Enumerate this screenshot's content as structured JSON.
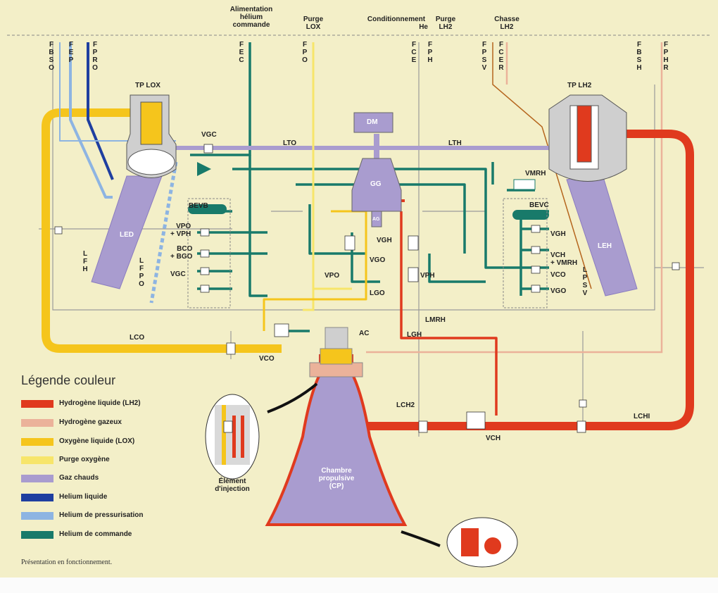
{
  "top_labels": {
    "alimentation": [
      "Alimentation",
      "hélium",
      "commande"
    ],
    "purge_lox": [
      "Purge",
      "LOX"
    ],
    "conditionnement": [
      "Conditionnement",
      "He"
    ],
    "purge_lh2": [
      "Purge",
      "LH2"
    ],
    "chasse": [
      "Chasse",
      "LH2"
    ]
  },
  "vertical_codes": {
    "fbso": "FBSO",
    "fep": "FEP",
    "fpro": "FPRO",
    "fec": "FEC",
    "fpo": "FPO",
    "fce": "FCE",
    "fph": "FPH",
    "fpsv": "FPSV",
    "fcer": "FCER",
    "fbsh": "FBSH",
    "fphr": "FPHR",
    "lfh": "LFH",
    "lfpo": "LFPO",
    "lpsv": "LPSV"
  },
  "components": {
    "tp_lox": "TP LOX",
    "tp_lh2": "TP LH2",
    "vgc_top": "VGC",
    "lto": "LTO",
    "lth": "LTH",
    "dm": "DM",
    "gg": "GG",
    "ag": "AG",
    "vmrh": "VMRH",
    "bevb": "BEVB",
    "bevc": "BEVC",
    "led": "LED",
    "leh": "LEH",
    "vpo_vph": [
      "VPO",
      "+ VPH"
    ],
    "bco_bgo": [
      "BCO",
      "+ BGO"
    ],
    "vgc_left": "VGC",
    "vgh_right": "VGH",
    "vch_vmrh": [
      "VCH",
      "+ VMRH"
    ],
    "vco_right": "VCO",
    "vgo_right": "VGO",
    "vgh_center": "VGH",
    "vgo_center": "VGO",
    "vpo_center": "VPO",
    "lgo": "LGO",
    "vph_center": "VPH",
    "lmrh": "LMRH",
    "lgh": "LGH",
    "ac": "AC",
    "lco": "LCO",
    "vco_bottom": "VCO",
    "lch2": "LCH2",
    "lchi": "LCHI",
    "vch_bottom": "VCH",
    "chambre": [
      "Chambre",
      "propulsive",
      "(CP)"
    ],
    "element": [
      "Élément",
      "d'injection"
    ]
  },
  "legend": {
    "title": "Légende couleur",
    "items": [
      {
        "label": "Hydrogène liquide (LH2)",
        "color": "#e03a1e"
      },
      {
        "label": "Hydrogène gazeux",
        "color": "#ebb29a"
      },
      {
        "label": "Oxygène liquide (LOX)",
        "color": "#f5c51c"
      },
      {
        "label": "Purge oxygène",
        "color": "#f7e56a"
      },
      {
        "label": "Gaz chauds",
        "color": "#a99ccf"
      },
      {
        "label": "Helium liquide",
        "color": "#1f3fa0"
      },
      {
        "label": "Helium de pressurisation",
        "color": "#8db4e2"
      },
      {
        "label": "Helium de commande",
        "color": "#187a6a"
      }
    ]
  },
  "footnote": "Présentation en fonctionnement.",
  "colors": {
    "background": "#f3efc8",
    "lh2": "#e03a1e",
    "gh2": "#ebb29a",
    "lox": "#f5c51c",
    "purge_o2": "#f7e56a",
    "hot_gas": "#a99ccf",
    "he_liquid": "#1f3fa0",
    "he_press": "#8db4e2",
    "he_cmd": "#187a6a"
  }
}
